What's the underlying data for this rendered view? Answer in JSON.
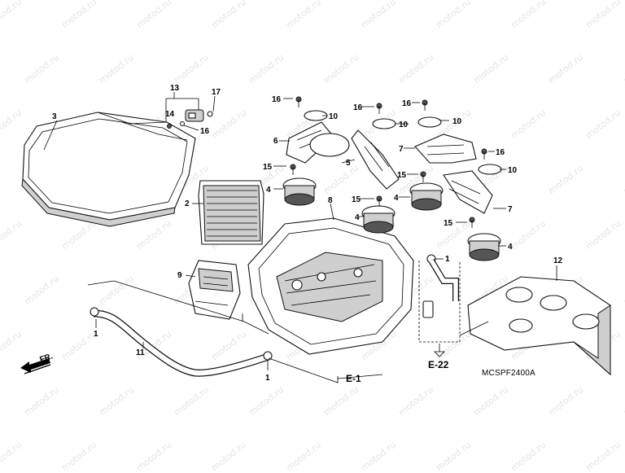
{
  "diagram": {
    "watermark": "motod.ru",
    "callouts": {
      "c1a": "1",
      "c1b": "1",
      "c1c": "1",
      "c2": "2",
      "c3": "3",
      "c4a": "4",
      "c4b": "4",
      "c4c": "4",
      "c4d": "4",
      "c5": "5",
      "c6": "6",
      "c7a": "7",
      "c7b": "7",
      "c8": "8",
      "c9": "9",
      "c10a": "10",
      "c10b": "10",
      "c10c": "10",
      "c10d": "10",
      "c11": "11",
      "c12": "12",
      "c13": "13",
      "c14": "14",
      "c15a": "15",
      "c15b": "15",
      "c15c": "15",
      "c15d": "15",
      "c16a": "16",
      "c16b": "16",
      "c16c": "16",
      "c16d": "16",
      "c16e": "16",
      "c17": "17"
    },
    "references": {
      "e1": "E-1",
      "e22": "E-22"
    },
    "direction_label": "FR.",
    "diagram_code": "MCSPF2400A"
  }
}
